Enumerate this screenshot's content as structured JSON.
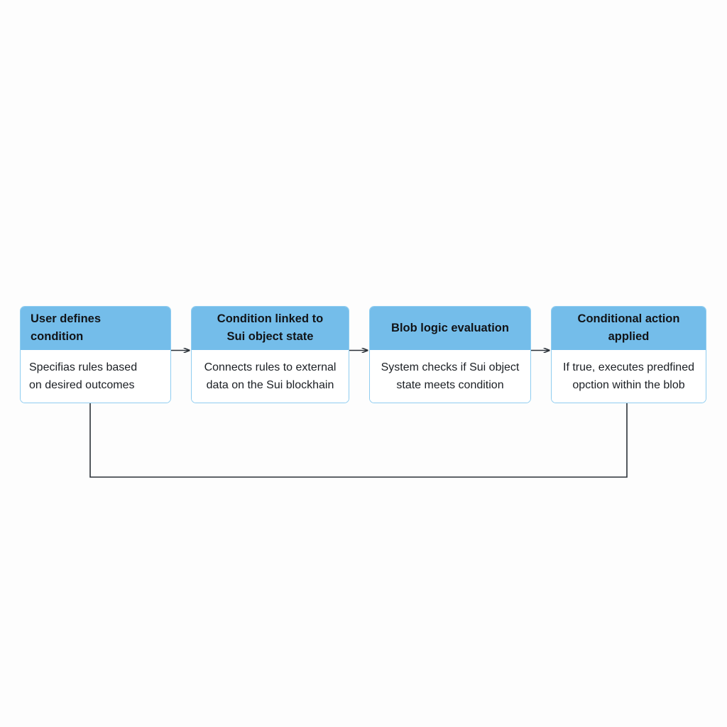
{
  "diagram": {
    "type": "flowchart",
    "orientation": "left-to-right",
    "background_color": "#fdfdfd",
    "accent_color": "#74bdea",
    "node_border_color": "#8fcdf0",
    "connector_color": "#2b3138",
    "text_color": "#111418",
    "nodes": [
      {
        "id": "node-1",
        "title": "User defines condition",
        "title_lines": [
          "User defines",
          "condition"
        ],
        "title_align": "left",
        "body": "Specifias rules based on desired outcomes",
        "body_lines": [
          "Specifias rules based",
          "on desired outcomes"
        ],
        "body_align": "left"
      },
      {
        "id": "node-2",
        "title": "Condition linked to Sui object state",
        "title_lines": [
          "Condition linked to",
          "Sui object state"
        ],
        "title_align": "center",
        "body": "Connects rules to external data on the Sui blockhain",
        "body_lines": [
          "Connects rules to external",
          "data on the Sui blockhain"
        ],
        "body_align": "center"
      },
      {
        "id": "node-3",
        "title": "Blob logic evaluation",
        "title_lines": [
          "Blob logic evaluation"
        ],
        "title_align": "center",
        "body": "System checks if Sui object state meets condition",
        "body_lines": [
          "System checks if Sui object",
          "state meets condition"
        ],
        "body_align": "center"
      },
      {
        "id": "node-4",
        "title": "Conditional action applied",
        "title_lines": [
          "Conditional action",
          "applied"
        ],
        "title_align": "center",
        "body": "If true, executes predfined opction within the blob",
        "body_lines": [
          "If true, executes predfined",
          "opction within the blob"
        ],
        "body_align": "center"
      }
    ],
    "connectors": [
      {
        "id": "arrow-1-2",
        "from": "node-1",
        "to": "node-2",
        "style": "arrow"
      },
      {
        "id": "arrow-2-3",
        "from": "node-2",
        "to": "node-3",
        "style": "arrow"
      },
      {
        "id": "arrow-3-4",
        "from": "node-3",
        "to": "node-4",
        "style": "arrow"
      },
      {
        "id": "feedback-loop",
        "from": "node-4",
        "to": "node-1",
        "style": "line",
        "routing": "bottom-loop"
      }
    ]
  }
}
